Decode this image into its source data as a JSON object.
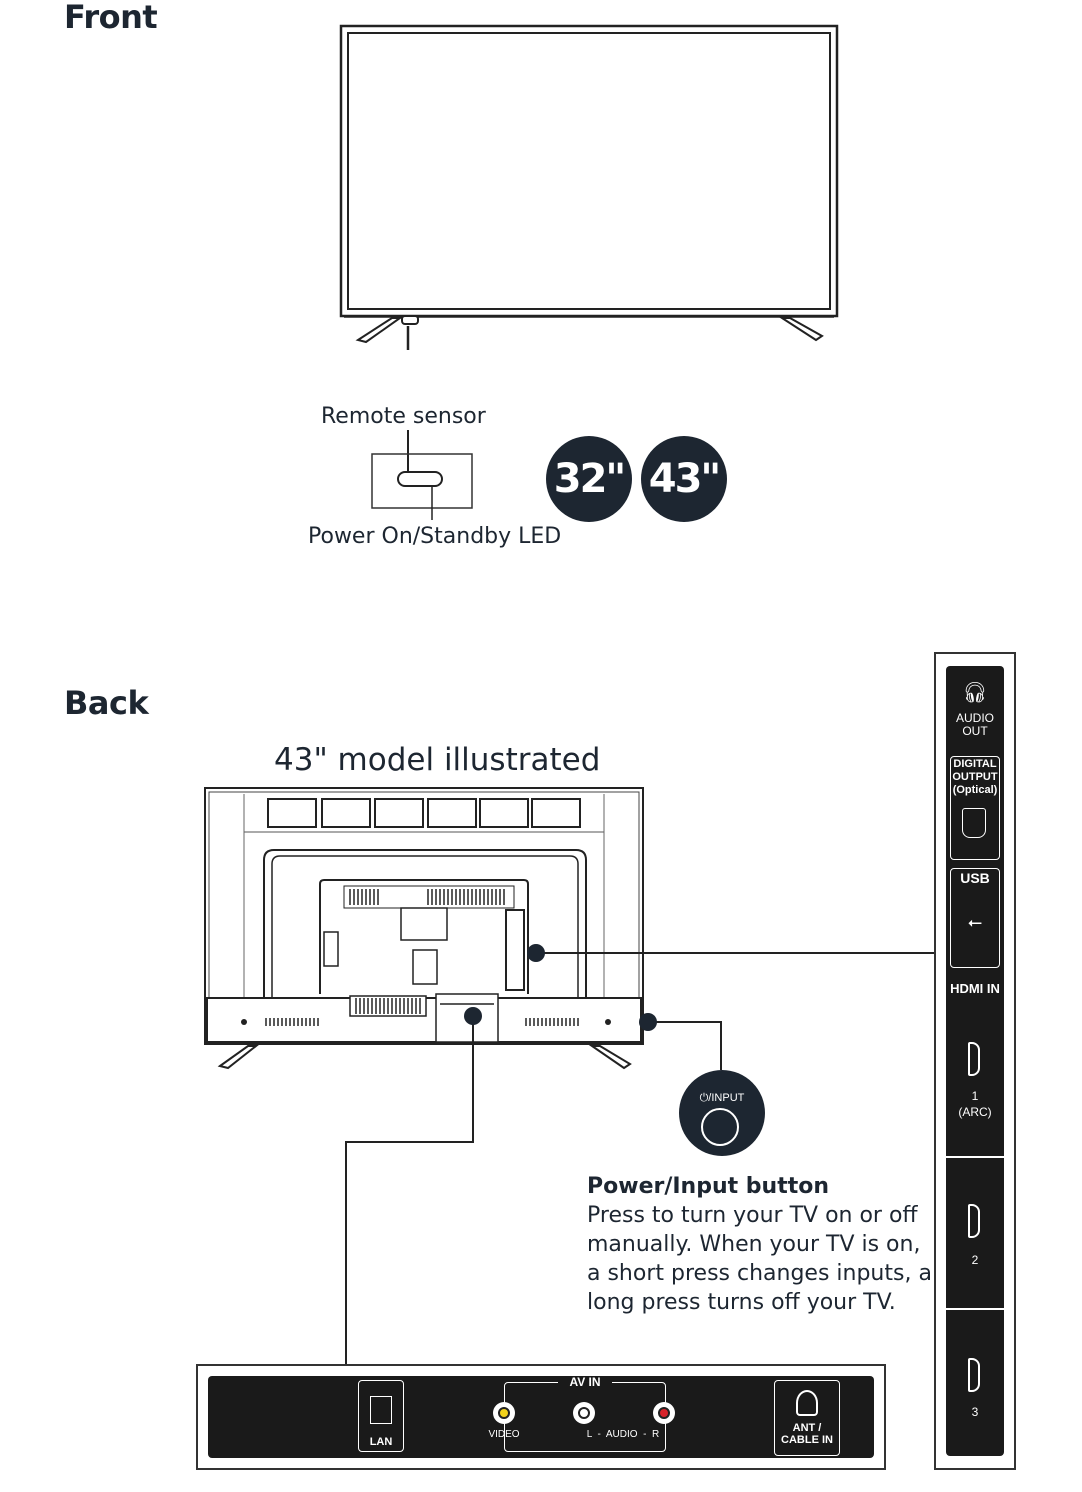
{
  "front": {
    "heading": "Front",
    "remote_sensor_label": "Remote sensor",
    "power_led_label": "Power On/Standby LED",
    "size_badges": [
      "32\"",
      "43\""
    ]
  },
  "back": {
    "heading": "Back",
    "model_caption": "43\" model illustrated",
    "power_button": {
      "icon_label": "⏻/INPUT",
      "title": "Power/Input button",
      "description": "Press to turn your TV on or off manually. When your TV is on, a short press changes inputs, a long press turns off your TV."
    },
    "side_panel": {
      "audio_out": "AUDIO OUT",
      "digital_output": "DIGITAL OUTPUT (Optical)",
      "usb": "USB",
      "hdmi_in": "HDMI IN",
      "hdmi_ports": [
        {
          "number": "1",
          "note": "(ARC)"
        },
        {
          "number": "2",
          "note": ""
        },
        {
          "number": "3",
          "note": ""
        }
      ]
    },
    "bottom_panel": {
      "lan": "LAN",
      "av_in": "AV IN",
      "video": "VIDEO",
      "audio": "L  -  AUDIO  -  R",
      "ant": "ANT /",
      "cable_in": "CABLE IN"
    }
  },
  "colors": {
    "ink": "#1d2631",
    "panel": "#1a1a1a",
    "yellow_jack": "#f2d21b",
    "red_jack": "#d8232a"
  }
}
